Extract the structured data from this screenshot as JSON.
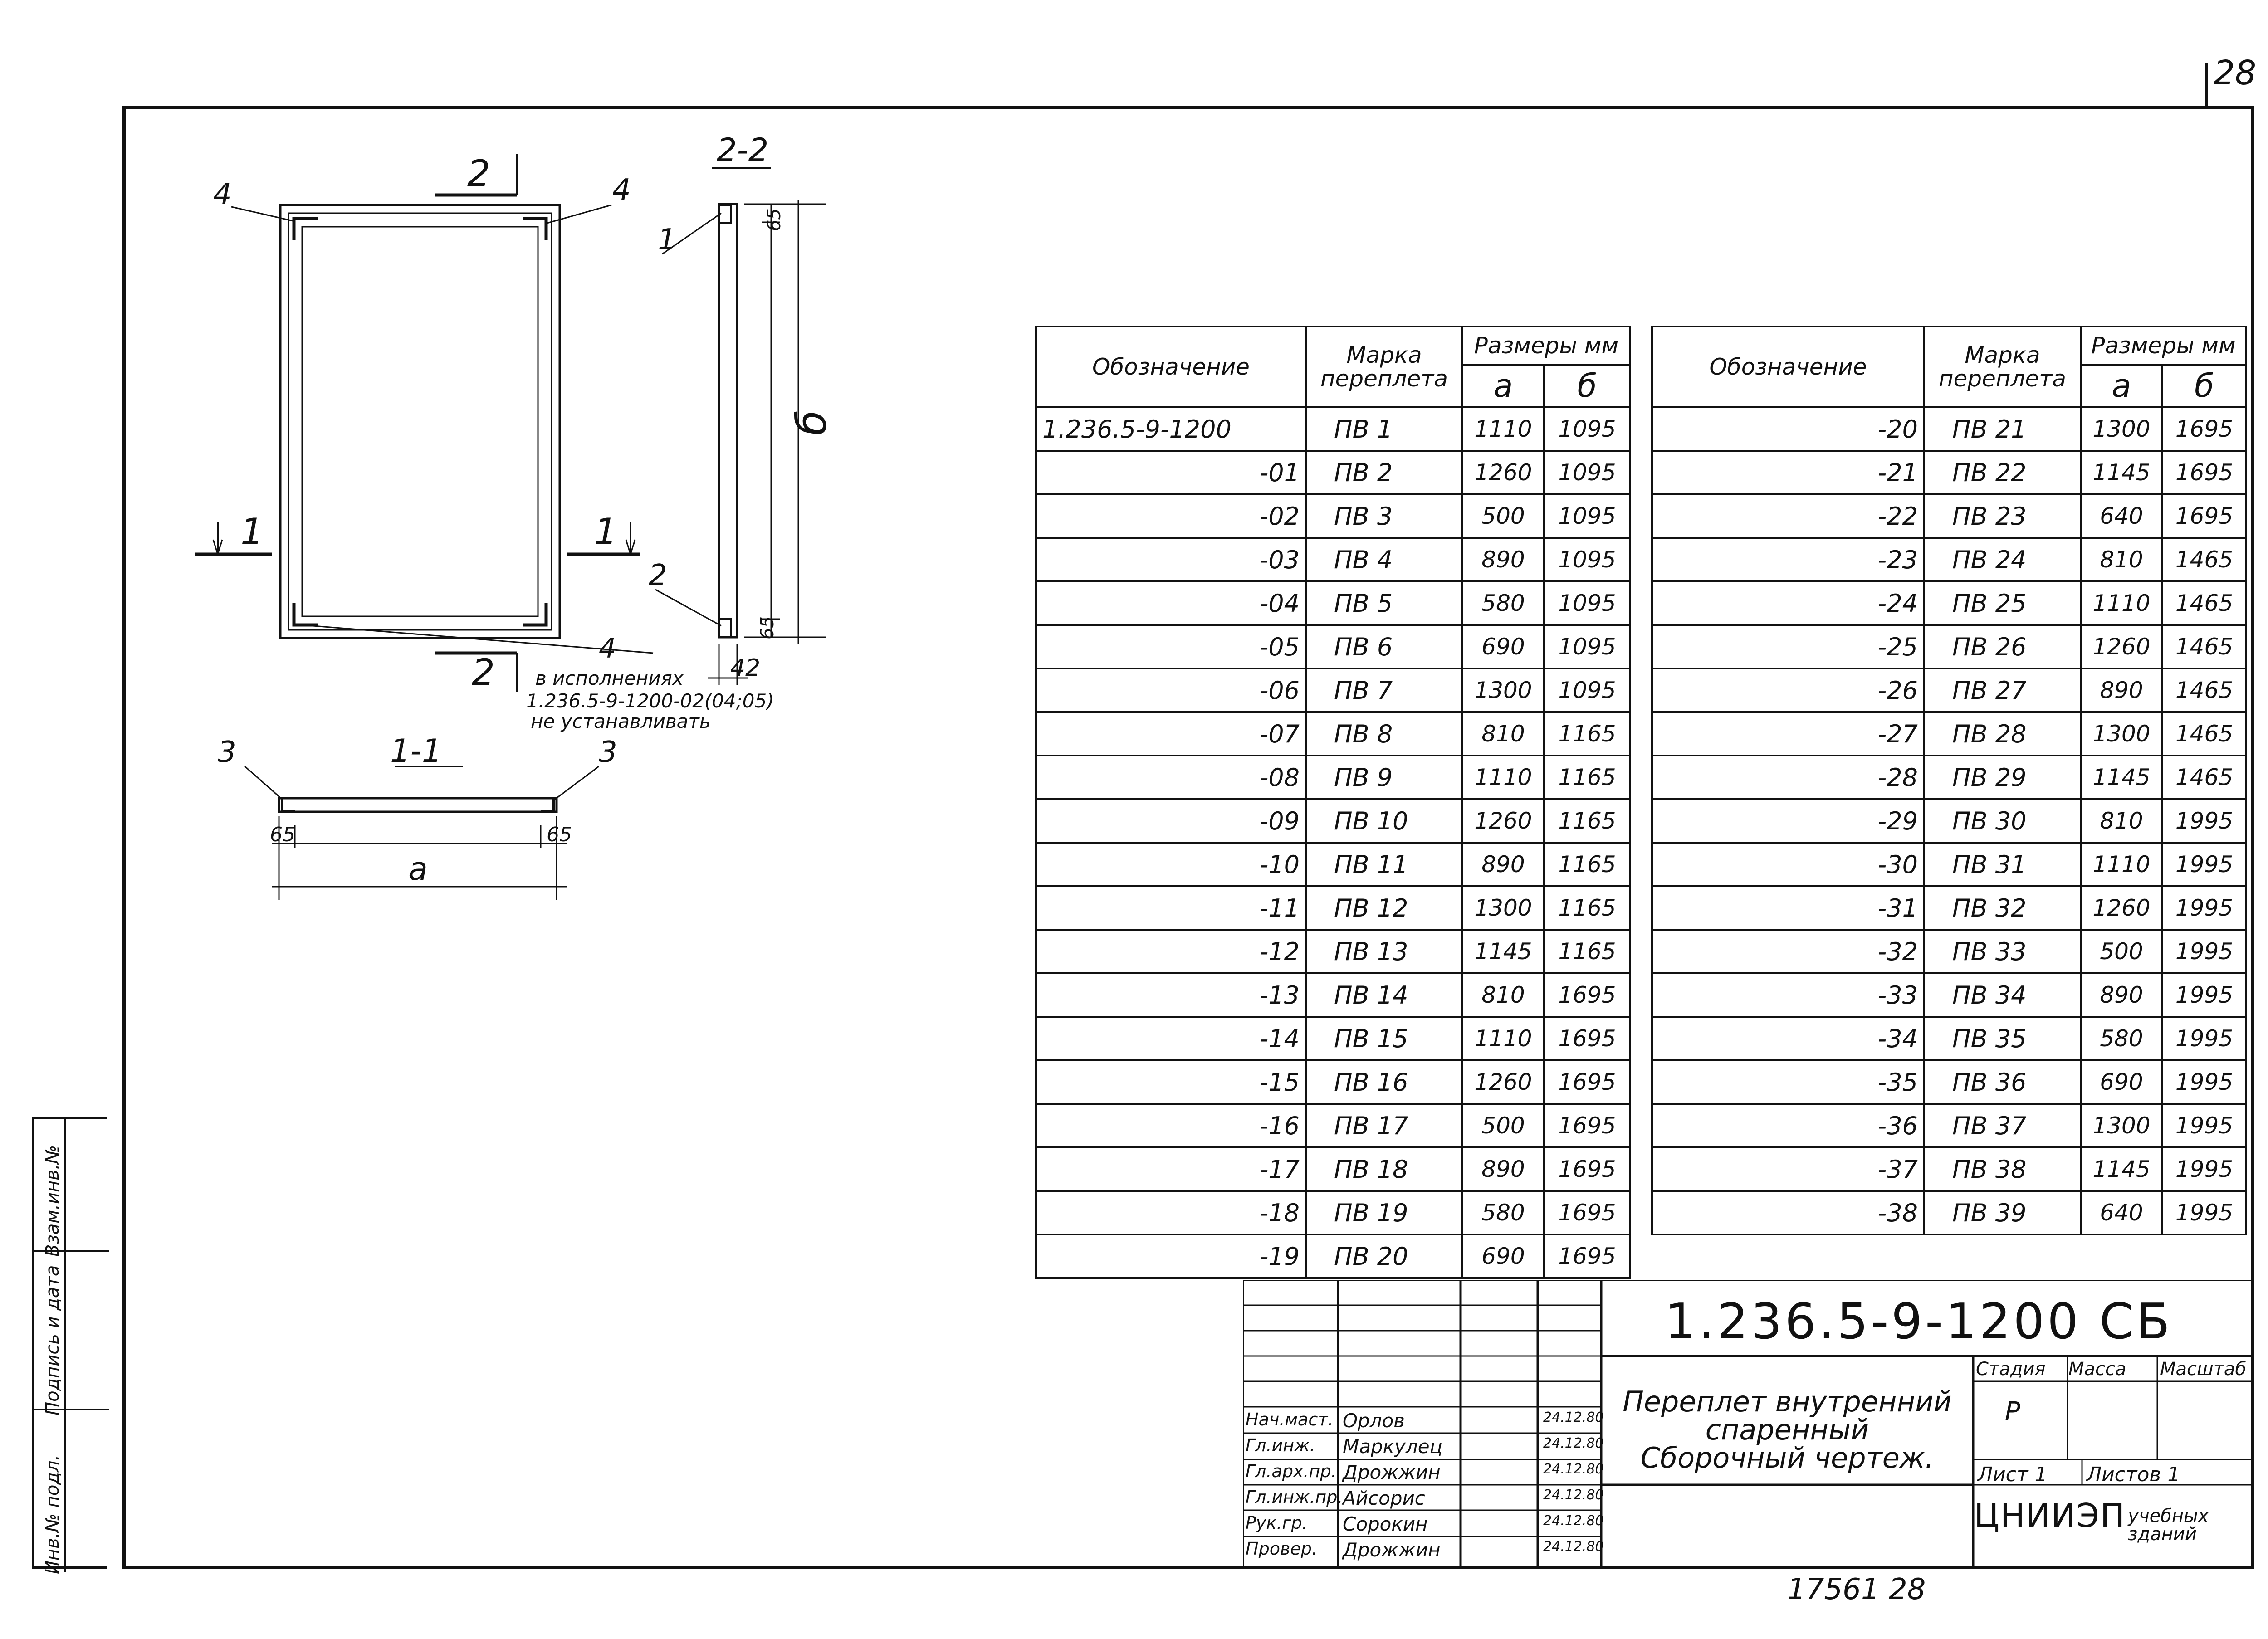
{
  "page_number": "28",
  "inventory_note": "17561 28",
  "drawing": {
    "section_22": "2-2",
    "section_11": "1-1",
    "cut_2": "2",
    "cut_1": "1",
    "callout_1": "1",
    "callout_2": "2",
    "callout_3": "3",
    "callout_4": "4",
    "dim_65": "65",
    "dim_42": "42",
    "dim_a": "а",
    "dim_b": "б",
    "note_line1": "в исполнениях",
    "note_line2": "1.236.5-9-1200-02(04;05)",
    "note_line3": "не устанавливать"
  },
  "table_headers": {
    "designation": "Обозначение",
    "mark": "Марка переплета",
    "sizes": "Размеры мм",
    "a": "а",
    "b": "б"
  },
  "rows_left": [
    [
      "1.236.5-9-1200",
      "ПВ 1",
      "1110",
      "1095"
    ],
    [
      "-01",
      "ПВ 2",
      "1260",
      "1095"
    ],
    [
      "-02",
      "ПВ 3",
      "500",
      "1095"
    ],
    [
      "-03",
      "ПВ 4",
      "890",
      "1095"
    ],
    [
      "-04",
      "ПВ 5",
      "580",
      "1095"
    ],
    [
      "-05",
      "ПВ 6",
      "690",
      "1095"
    ],
    [
      "-06",
      "ПВ 7",
      "1300",
      "1095"
    ],
    [
      "-07",
      "ПВ 8",
      "810",
      "1165"
    ],
    [
      "-08",
      "ПВ 9",
      "1110",
      "1165"
    ],
    [
      "-09",
      "ПВ 10",
      "1260",
      "1165"
    ],
    [
      "-10",
      "ПВ 11",
      "890",
      "1165"
    ],
    [
      "-11",
      "ПВ 12",
      "1300",
      "1165"
    ],
    [
      "-12",
      "ПВ 13",
      "1145",
      "1165"
    ],
    [
      "-13",
      "ПВ 14",
      "810",
      "1695"
    ],
    [
      "-14",
      "ПВ 15",
      "1110",
      "1695"
    ],
    [
      "-15",
      "ПВ 16",
      "1260",
      "1695"
    ],
    [
      "-16",
      "ПВ 17",
      "500",
      "1695"
    ],
    [
      "-17",
      "ПВ 18",
      "890",
      "1695"
    ],
    [
      "-18",
      "ПВ 19",
      "580",
      "1695"
    ],
    [
      "-19",
      "ПВ 20",
      "690",
      "1695"
    ]
  ],
  "rows_right": [
    [
      "-20",
      "ПВ 21",
      "1300",
      "1695"
    ],
    [
      "-21",
      "ПВ 22",
      "1145",
      "1695"
    ],
    [
      "-22",
      "ПВ 23",
      "640",
      "1695"
    ],
    [
      "-23",
      "ПВ 24",
      "810",
      "1465"
    ],
    [
      "-24",
      "ПВ 25",
      "1110",
      "1465"
    ],
    [
      "-25",
      "ПВ 26",
      "1260",
      "1465"
    ],
    [
      "-26",
      "ПВ 27",
      "890",
      "1465"
    ],
    [
      "-27",
      "ПВ 28",
      "1300",
      "1465"
    ],
    [
      "-28",
      "ПВ 29",
      "1145",
      "1465"
    ],
    [
      "-29",
      "ПВ 30",
      "810",
      "1995"
    ],
    [
      "-30",
      "ПВ 31",
      "1110",
      "1995"
    ],
    [
      "-31",
      "ПВ 32",
      "1260",
      "1995"
    ],
    [
      "-32",
      "ПВ 33",
      "500",
      "1995"
    ],
    [
      "-33",
      "ПВ 34",
      "890",
      "1995"
    ],
    [
      "-34",
      "ПВ 35",
      "580",
      "1995"
    ],
    [
      "-35",
      "ПВ 36",
      "690",
      "1995"
    ],
    [
      "-36",
      "ПВ 37",
      "1300",
      "1995"
    ],
    [
      "-37",
      "ПВ 38",
      "1145",
      "1995"
    ],
    [
      "-38",
      "ПВ 39",
      "640",
      "1995"
    ]
  ],
  "title_block": {
    "code": "1.236.5-9-1200 СБ",
    "title_line1": "Переплет внутренний",
    "title_line2": "спаренный",
    "title_line3": "Сборочный чертеж.",
    "stage_label": "Стадия",
    "mass_label": "Масса",
    "scale_label": "Масштаб",
    "stage_value": "Р",
    "sheet_label": "Лист 1",
    "sheets_label": "Листов 1",
    "org_main": "ЦНИИЭП",
    "org_sub": "учебных зданий",
    "signers": [
      {
        "role": "Нач.маст.",
        "name": "Орлов",
        "date": "24.12.80"
      },
      {
        "role": "Гл.инж.",
        "name": "Маркулец",
        "date": "24.12.80"
      },
      {
        "role": "Гл.арх.пр.",
        "name": "Дрожжин",
        "date": "24.12.80"
      },
      {
        "role": "Гл.инж.пр.",
        "name": "Айсорис",
        "date": "24.12.80"
      },
      {
        "role": "Рук.гр.",
        "name": "Сорокин",
        "date": "24.12.80"
      },
      {
        "role": "Провер.",
        "name": "Дрожжин",
        "date": "24.12.80"
      }
    ]
  },
  "stamp": {
    "inv_orig": "Инв.№ подл.",
    "sign_date": "Подпись и дата",
    "inv_repl": "Взам.инв.№"
  }
}
